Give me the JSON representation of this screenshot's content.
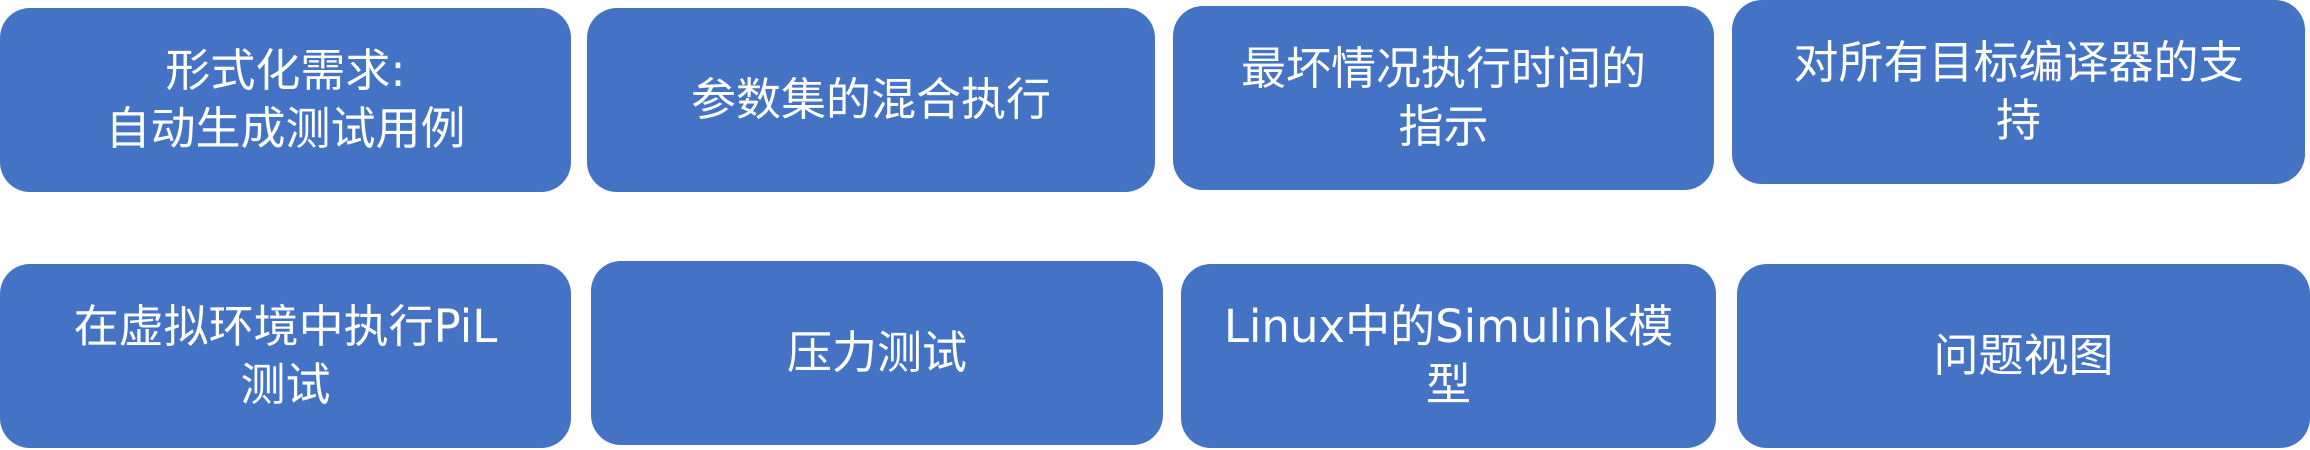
{
  "tiles": [
    {
      "label": "形式化需求:\n自动生成测试用例"
    },
    {
      "label": "参数集的混合执行"
    },
    {
      "label": "最坏情况执行时间的\n指示"
    },
    {
      "label": "对所有目标编译器的支\n持"
    },
    {
      "label": "在虚拟环境中执行PiL\n测试"
    },
    {
      "label": "压力测试"
    },
    {
      "label": "Linux中的Simulink模\n型"
    },
    {
      "label": "问题视图"
    }
  ],
  "colors": {
    "tile_fill": "#4472c4",
    "tile_text": "#ffffff"
  }
}
